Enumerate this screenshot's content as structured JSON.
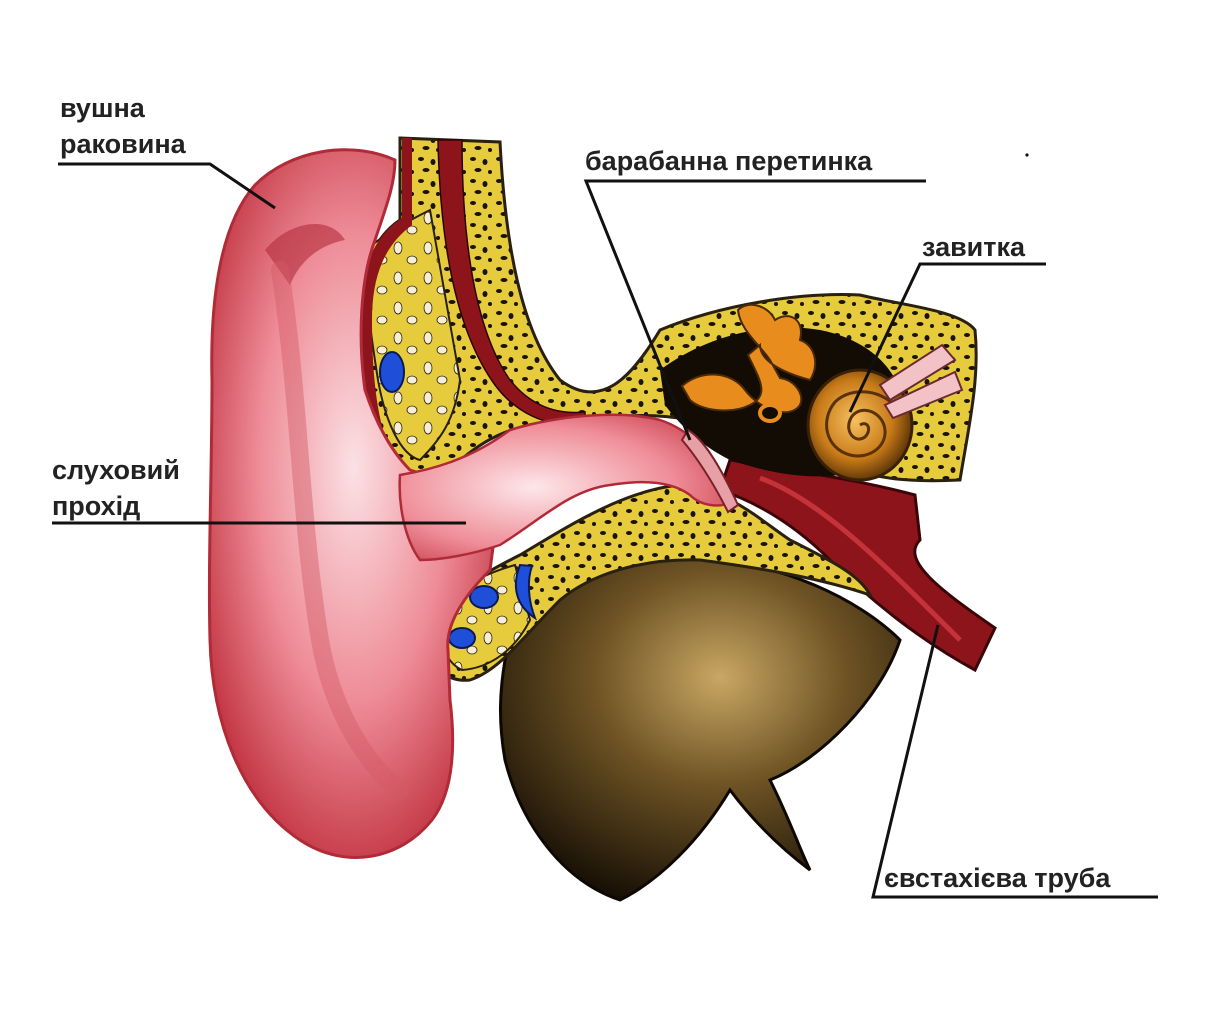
{
  "labels": {
    "auricle_line1": "вушна",
    "auricle_line2": "раковина",
    "eardrum": "барабанна перетинка",
    "cochlea": "завитка",
    "canal_line1": "слуховий",
    "canal_line2": "прохід",
    "eustachian": "євстахієва труба"
  },
  "colors": {
    "ear_skin": "#e8707e",
    "ear_shadow": "#c2313f",
    "bone": "#e6cc3c",
    "bone_pores": "#1b1306",
    "marrow_dark": "#7a0f14",
    "cavity": "#120c05",
    "brown_mass": "#7a5f28",
    "ossicles": "#e88c1e",
    "cochlea": "#d98a20",
    "nerve": "#f2c2c6",
    "vessel": "#1f4fd8",
    "leader_line": "#111111"
  }
}
